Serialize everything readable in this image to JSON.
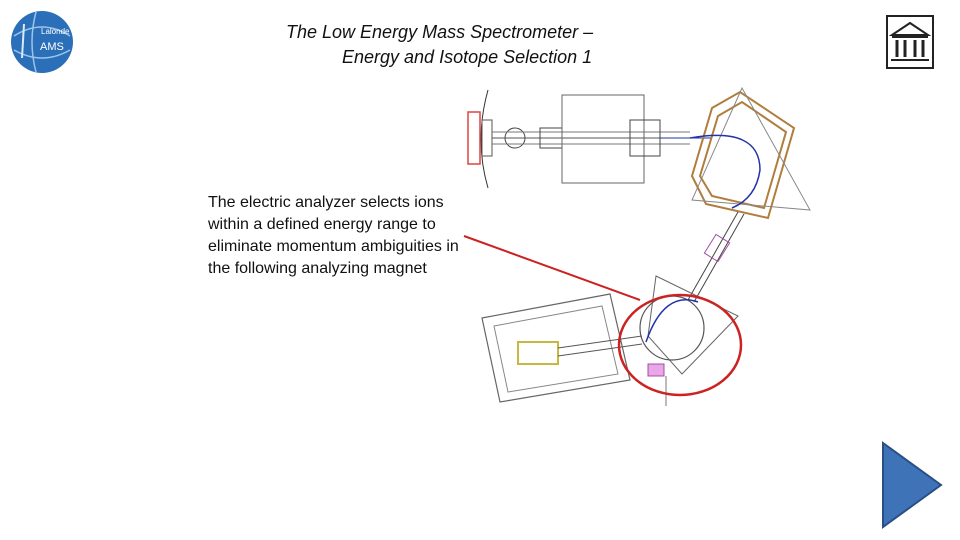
{
  "logo": {
    "line1": "Lalonde",
    "line2": "AMS"
  },
  "title": {
    "line1": "The Low Energy Mass Spectrometer –",
    "line2": "Energy and Isotope Selection 1"
  },
  "caption": "The electric analyzer selects ions within a defined energy range to eliminate momentum ambiguities in the following analyzing magnet",
  "icons": {
    "university": "university-building-icon",
    "next": "play-next-icon"
  },
  "colors": {
    "highlight_circle": "#cc2222",
    "logo_blue": "#2a6fb8",
    "next_button": "#3f73b8",
    "magnet_frame": "#b07d3c",
    "beam_path": "#2233aa"
  }
}
